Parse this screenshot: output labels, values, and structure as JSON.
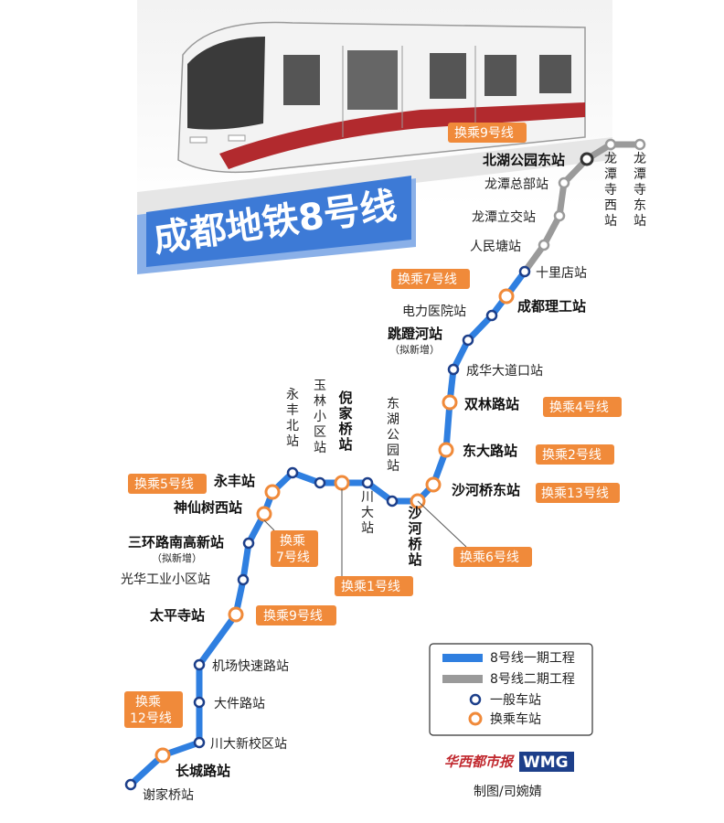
{
  "title": "成都地铁8号线",
  "colors": {
    "phase1": "#2f7fe0",
    "phase2": "#9a9a9a",
    "transfer": "#f08a3a",
    "station_ring": "#1d3f8a",
    "title_bg": "#3d7ad6"
  },
  "stations": {
    "beihu": "北湖公园东站",
    "longtanzongbu": "龙潭总部站",
    "longtanlijiao": "龙潭立交站",
    "renmintang": "人民塘站",
    "longtansixi": "龙潭寺西站",
    "longtansidong": "龙潭寺东站",
    "shilidian": "十里店站",
    "ligong": "成都理工站",
    "dianliyiyuan": "电力医院站",
    "tiaodenghe": "跳蹬河站",
    "tiaodenghe_note": "（拟新增）",
    "chenghua": "成华大道口站",
    "shuanglin": "双林路站",
    "dongda": "东大路站",
    "shahe": "沙河桥东站",
    "shahe_vert": "沙河桥站",
    "donghu": "东湖公园站",
    "chuanda": "川大站",
    "nijia": "倪家桥站",
    "yulin": "玉林小区站",
    "yongfengbei": "永丰北站",
    "yongfeng": "永丰站",
    "shenxianshu": "神仙树西站",
    "sanhuan": "三环路南高新站",
    "sanhuan_note": "（拟新增）",
    "guanghua": "光华工业小区站",
    "taipingsi": "太平寺站",
    "jichang": "机场快速路站",
    "dajian": "大件路站",
    "chuandaxinxiao": "川大新校区站",
    "changcheng": "长城路站",
    "xiejia": "谢家桥站"
  },
  "transfers": {
    "t9_top": "换乘9号线",
    "t7_top": "换乘7号线",
    "t4": "换乘4号线",
    "t2": "换乘2号线",
    "t13": "换乘13号线",
    "t6": "换乘6号线",
    "t1": "换乘1号线",
    "t5": "换乘5号线",
    "t7_left_a": "换乘",
    "t7_left_b": "7号线",
    "t9_left": "换乘9号线",
    "t12_a": "换乘",
    "t12_b": "12号线"
  },
  "legend": {
    "phase1": "8号线一期工程",
    "phase2": "8号线二期工程",
    "normal": "一般车站",
    "transfer": "换乘车站"
  },
  "credit": {
    "paper": "华西都市报",
    "logo": "WMG",
    "author": "制图/司婉婧"
  }
}
